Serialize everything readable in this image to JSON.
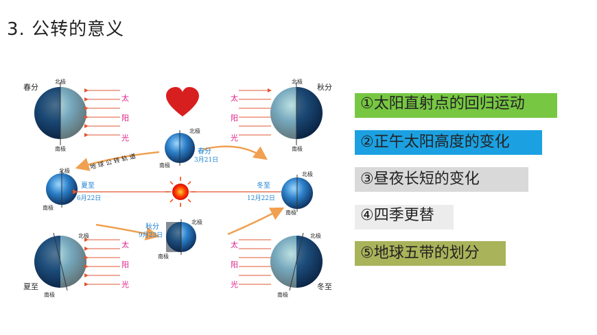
{
  "title": "3. 公转的意义",
  "diagram": {
    "labels": {
      "north": "北极",
      "south": "南极",
      "sun_chars": [
        "太",
        "阳",
        "光"
      ],
      "orbit": "地 球 公 转 轨 道",
      "spring_equinox": "春分",
      "autumn_equinox": "秋分",
      "summer_solstice": "夏至",
      "winter_solstice": "冬至",
      "date_spring": "3月21日",
      "date_summer": "6月22日",
      "date_autumn": "9月23日",
      "date_winter": "12月22日"
    },
    "colors": {
      "sunlight_arrow": "#e05530",
      "sun_text": "#e0208a",
      "orbit_arrow": "#f0a050",
      "date_text": "#1a7fd0",
      "heart": "#d81f1f",
      "sun": "#ff2a00"
    }
  },
  "cards": [
    {
      "text": "①太阳直射点的回归运动",
      "color": "#77c743"
    },
    {
      "text": "②正午太阳高度的变化",
      "color": "#1ba1e2"
    },
    {
      "text": "③昼夜长短的变化",
      "color": "#d9d9d9"
    },
    {
      "text": "④四季更替",
      "color": "#ececec"
    },
    {
      "text": "⑤地球五带的划分",
      "color": "#a9b35a"
    }
  ]
}
